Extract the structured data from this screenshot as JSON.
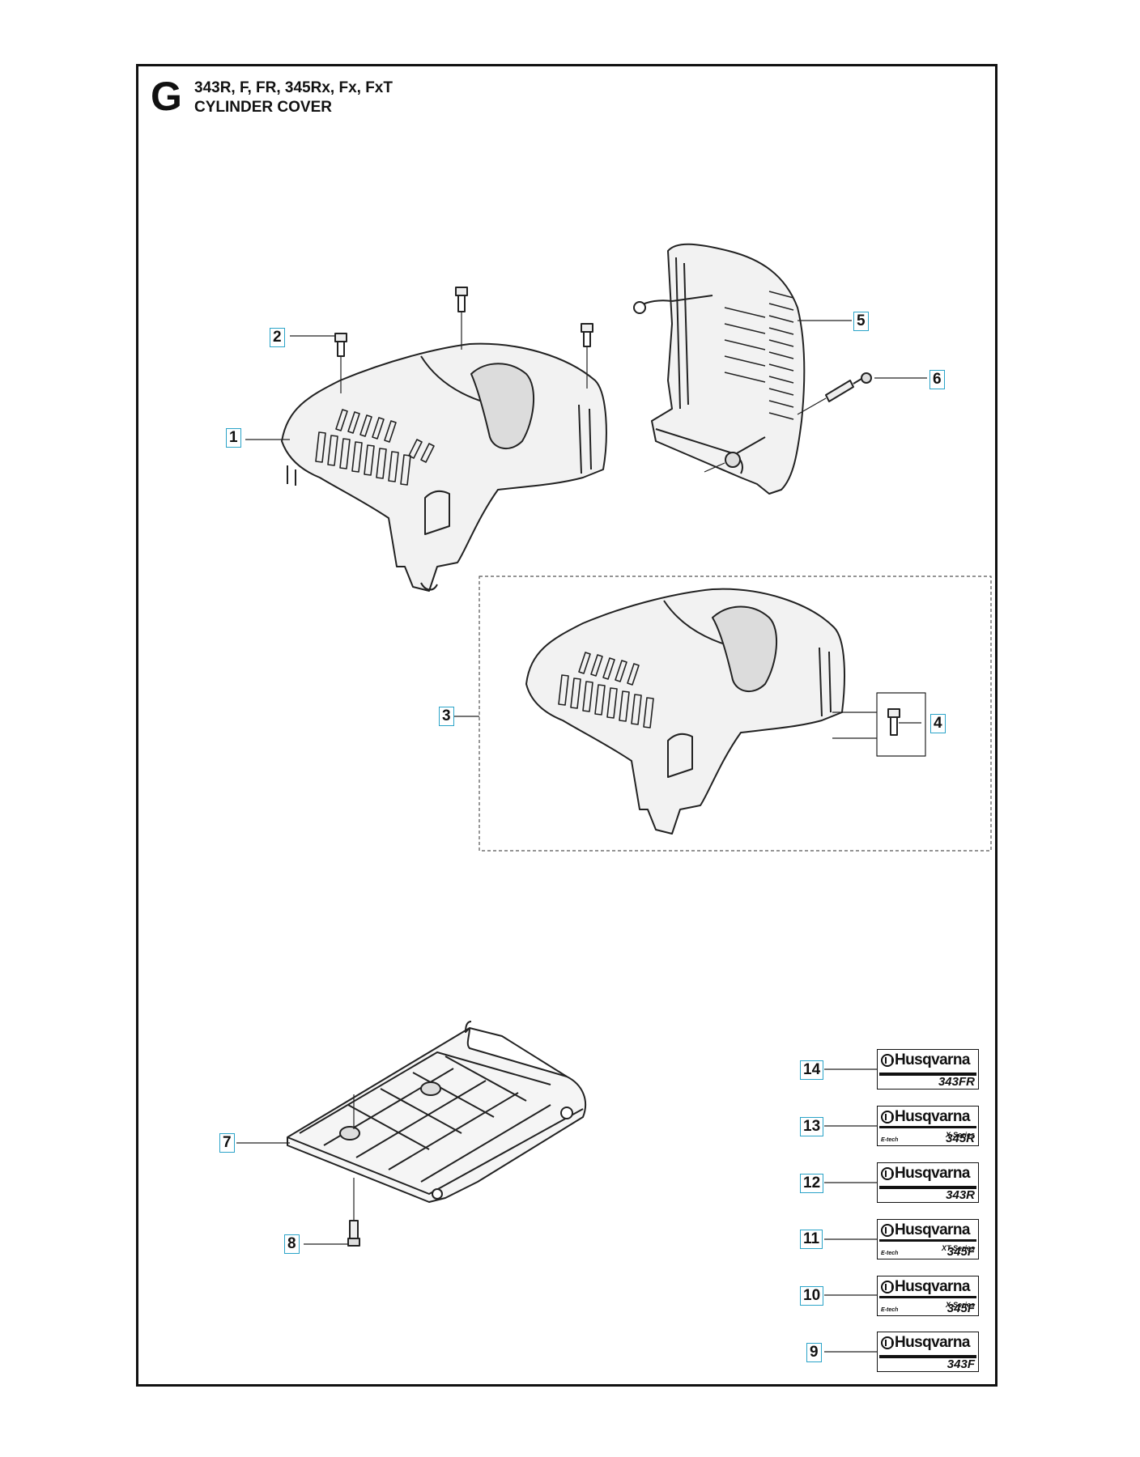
{
  "header": {
    "section_letter": "G",
    "models": "343R, F, FR, 345Rx, Fx, FxT",
    "title": "CYLINDER COVER"
  },
  "parts": [
    {
      "id": "p1",
      "label": "1"
    },
    {
      "id": "p2",
      "label": "2"
    },
    {
      "id": "p3",
      "label": "3"
    },
    {
      "id": "p4",
      "label": "4"
    },
    {
      "id": "p5",
      "label": "5"
    },
    {
      "id": "p6",
      "label": "6"
    },
    {
      "id": "p7",
      "label": "7"
    },
    {
      "id": "p8",
      "label": "8"
    },
    {
      "id": "p9",
      "label": "9"
    },
    {
      "id": "p10",
      "label": "10"
    },
    {
      "id": "p11",
      "label": "11"
    },
    {
      "id": "p12",
      "label": "12"
    },
    {
      "id": "p13",
      "label": "13"
    },
    {
      "id": "p14",
      "label": "14"
    }
  ],
  "decals": [
    {
      "brand": "Husqvarna",
      "series": "",
      "etech": "",
      "model": "343FR"
    },
    {
      "brand": "Husqvarna",
      "series": "X-Series",
      "etech": "E-tech",
      "model": "345R"
    },
    {
      "brand": "Husqvarna",
      "series": "",
      "etech": "",
      "model": "343R"
    },
    {
      "brand": "Husqvarna",
      "series": "XT-Series",
      "etech": "E-tech",
      "model": "345F"
    },
    {
      "brand": "Husqvarna",
      "series": "X-Series",
      "etech": "E-tech",
      "model": "345F"
    },
    {
      "brand": "Husqvarna",
      "series": "",
      "etech": "",
      "model": "343F"
    }
  ]
}
